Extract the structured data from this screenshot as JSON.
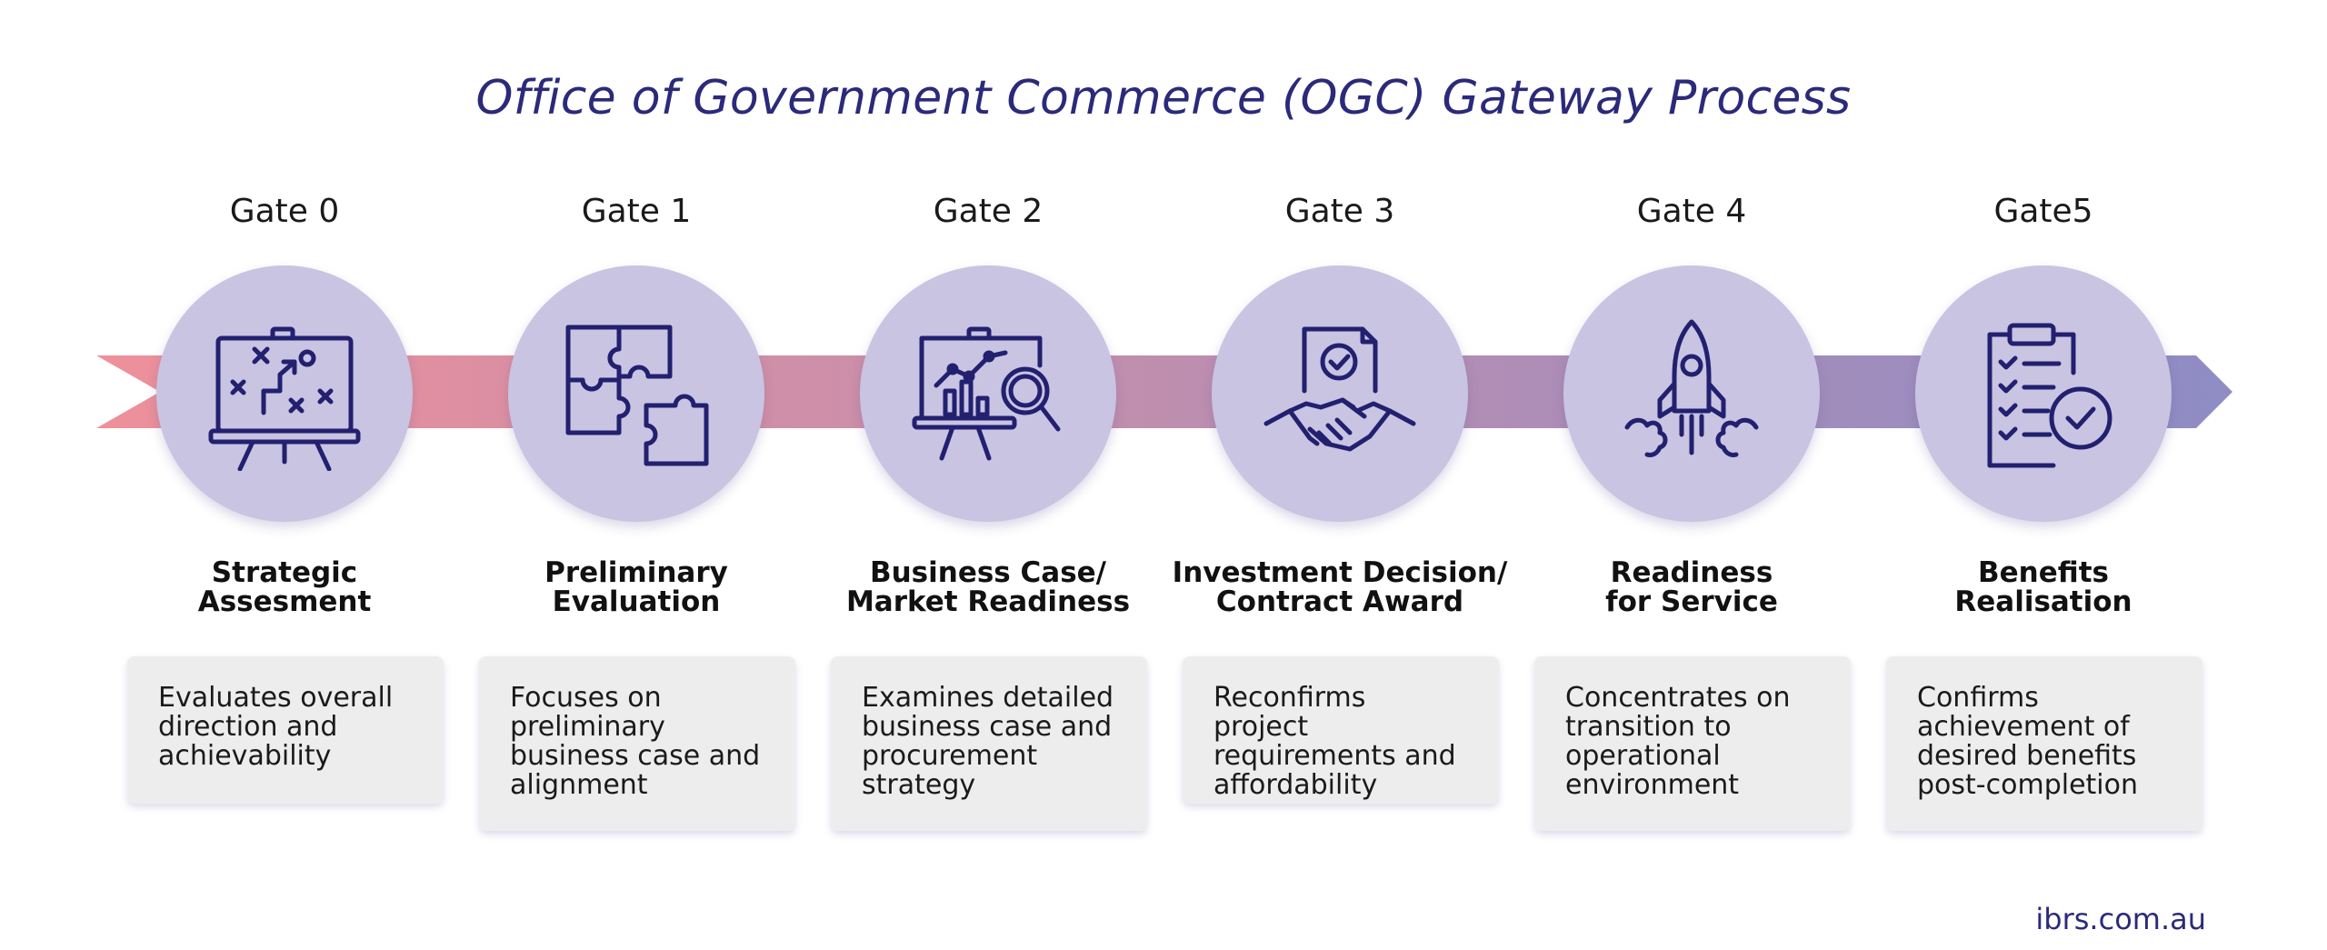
{
  "title": "Office of Government Commerce (OGC) Gateway Process",
  "footer": "ibrs.com.au",
  "colors": {
    "title": "#2b2a7a",
    "circle": "#c8c4e2",
    "icon_stroke": "#232070",
    "card_bg": "#ededee",
    "arrow_start": "#ee909a",
    "arrow_end": "#8f8cc4"
  },
  "gates": [
    {
      "label": "Gate 0",
      "icon": "strategy-board-icon",
      "heading": [
        "Strategic",
        "Assesment"
      ],
      "description": [
        "Evaluates overall",
        "direction and",
        "achievability"
      ]
    },
    {
      "label": "Gate 1",
      "icon": "puzzle-pieces-icon",
      "heading": [
        "Preliminary",
        "Evaluation"
      ],
      "description": [
        "Focuses on",
        "preliminary",
        "business case and",
        "alignment"
      ]
    },
    {
      "label": "Gate 2",
      "icon": "chart-magnifier-icon",
      "heading": [
        "Business Case/",
        "Market Readiness"
      ],
      "description": [
        "Examines detailed",
        "business case and",
        "procurement",
        "strategy"
      ]
    },
    {
      "label": "Gate 3",
      "icon": "handshake-document-icon",
      "heading": [
        "Investment Decision/",
        "Contract Award"
      ],
      "description": [
        "Reconfirms project",
        "requirements and",
        "affordability"
      ]
    },
    {
      "label": "Gate 4",
      "icon": "rocket-launch-icon",
      "heading": [
        "Readiness",
        "for Service"
      ],
      "description": [
        "Concentrates on",
        "transition to",
        "operational",
        "environment"
      ]
    },
    {
      "label": "Gate5",
      "icon": "clipboard-checklist-icon",
      "heading": [
        "Benefits",
        "Realisation"
      ],
      "description": [
        "Confirms",
        "achievement of",
        "desired benefits",
        "post-completion"
      ]
    }
  ]
}
